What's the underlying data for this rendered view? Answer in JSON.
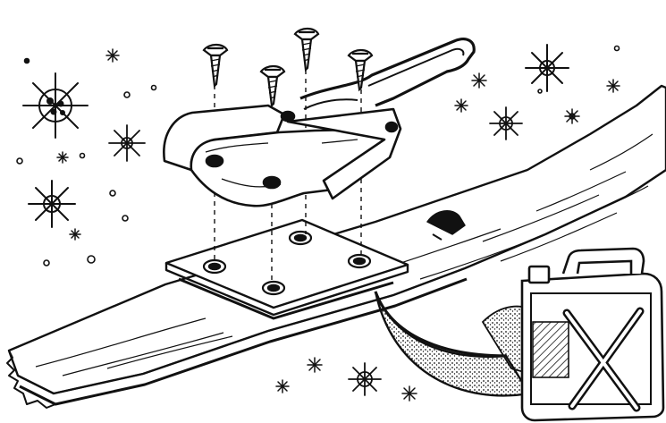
{
  "illustration": {
    "style": "black ink line drawing",
    "ink_color": "#111111",
    "paper_color": "#ffffff",
    "parts": [
      "ski",
      "binding-toe-iron",
      "mounting-plate",
      "screws",
      "canister",
      "curved-blade",
      "snowflakes"
    ]
  }
}
